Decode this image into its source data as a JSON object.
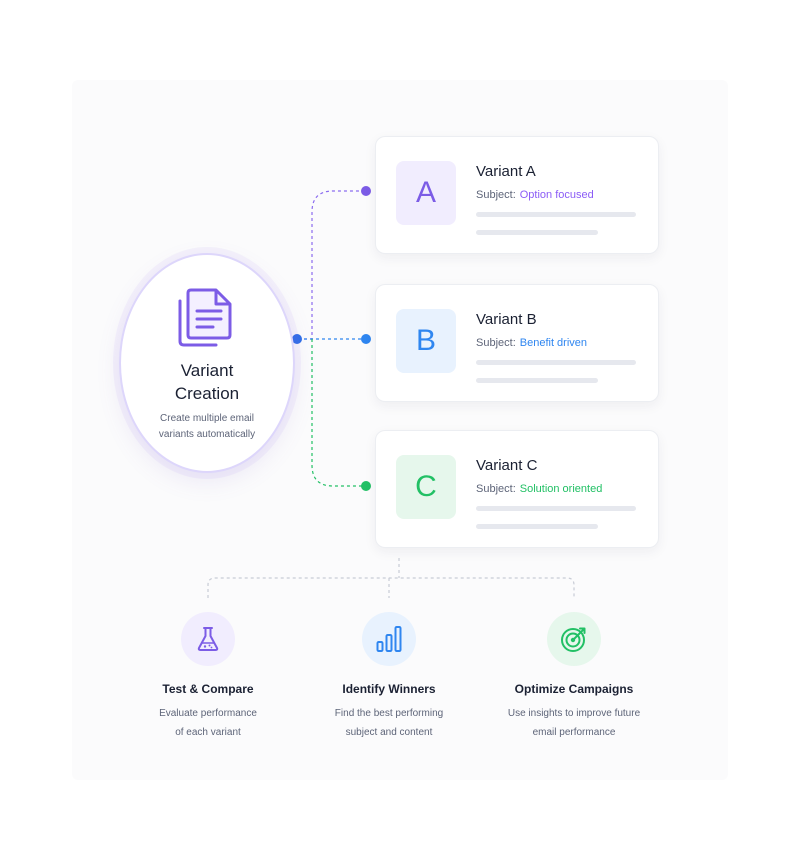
{
  "hub": {
    "title_line1": "Variant",
    "title_line2": "Creation",
    "desc_line1": "Create multiple email",
    "desc_line2": "variants automatically",
    "icon": "document-copy-icon",
    "accent": "#7c5ce6"
  },
  "variants": [
    {
      "letter": "A",
      "name": "Variant A",
      "subject_label": "Subject:",
      "subject_value": "Option focused",
      "color": "#8b5cf6",
      "bg": "#f1edfe"
    },
    {
      "letter": "B",
      "name": "Variant B",
      "subject_label": "Subject:",
      "subject_value": "Benefit driven",
      "color": "#2f86f0",
      "bg": "#e8f2fe"
    },
    {
      "letter": "C",
      "name": "Variant C",
      "subject_label": "Subject:",
      "subject_value": "Solution oriented",
      "color": "#22c065",
      "bg": "#e6f7ec"
    }
  ],
  "features": [
    {
      "title": "Test & Compare",
      "desc_line1": "Evaluate performance",
      "desc_line2": "of each variant",
      "icon": "flask-icon",
      "color": "#7c5ce6",
      "bg": "#f1edfe"
    },
    {
      "title": "Identify Winners",
      "desc_line1": "Find the best performing",
      "desc_line2": "subject and content",
      "icon": "bar-chart-icon",
      "color": "#2f86f0",
      "bg": "#e8f2fe"
    },
    {
      "title": "Optimize Campaigns",
      "desc_line1": "Use insights to improve future",
      "desc_line2": "email performance",
      "icon": "target-icon",
      "color": "#22c065",
      "bg": "#e6f7ec"
    }
  ]
}
